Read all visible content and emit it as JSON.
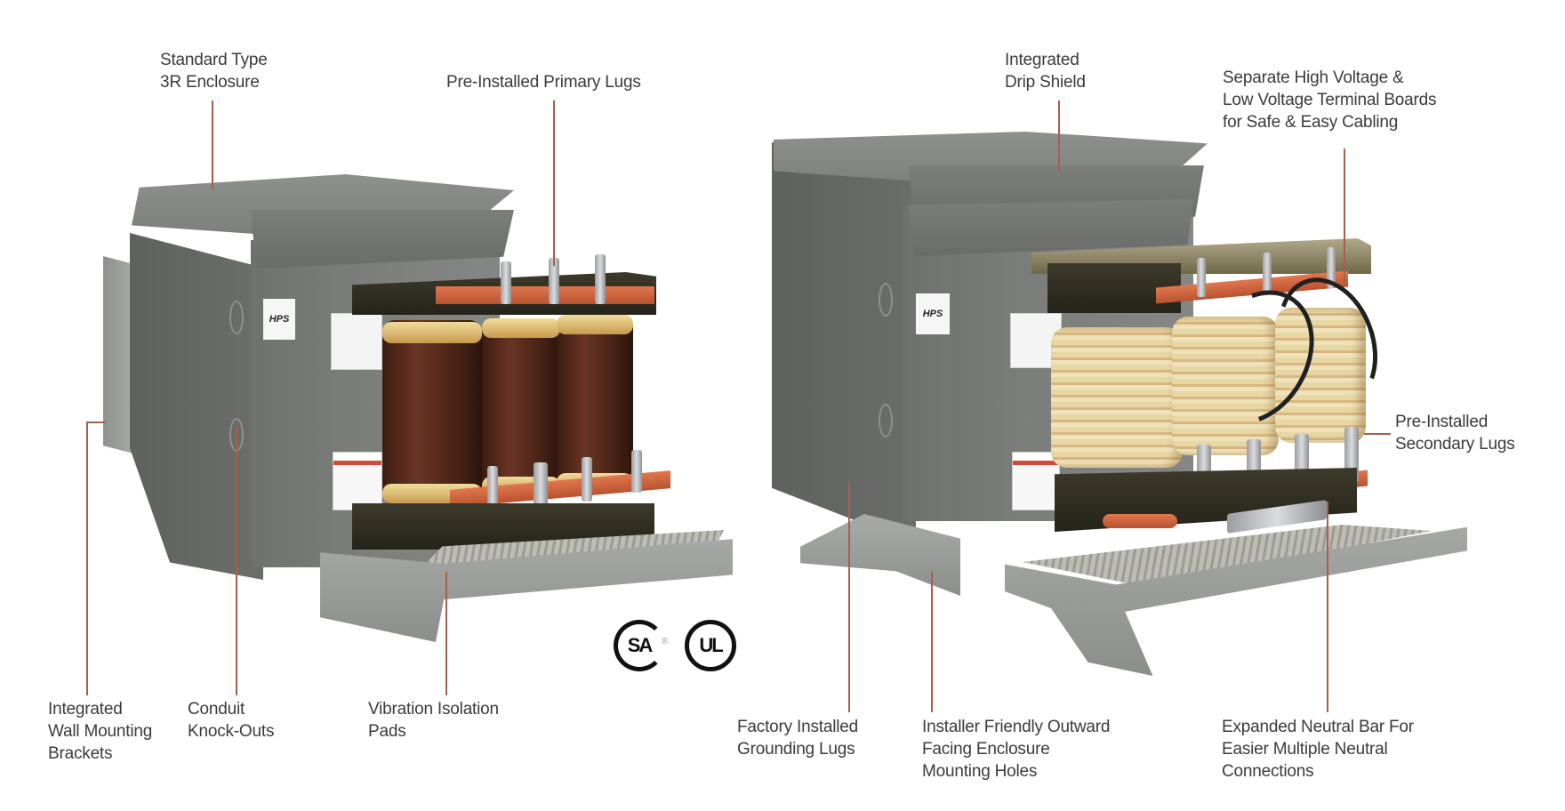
{
  "diagram": {
    "subject": "Ventilated dry-type transformer features",
    "accent_color": "#a4604a",
    "text_color": "#3b3b3b",
    "brand_badge": "HPS",
    "certifications": [
      {
        "name": "CSA",
        "text": "SA",
        "mark": "®"
      },
      {
        "name": "UL",
        "text": "UL"
      }
    ],
    "callouts": [
      {
        "id": "standard-type-3r-enclosure",
        "lines": [
          "Standard Type",
          "3R Enclosure"
        ],
        "text": "Standard Type\n3R Enclosure"
      },
      {
        "id": "pre-installed-primary-lugs",
        "lines": [
          "Pre-Installed Primary Lugs"
        ],
        "text": "Pre-Installed Primary Lugs"
      },
      {
        "id": "integrated-drip-shield",
        "lines": [
          "Integrated",
          "Drip Shield"
        ],
        "text": "Integrated\nDrip Shield"
      },
      {
        "id": "separate-terminal-boards",
        "lines": [
          "Separate High Voltage &",
          "Low Voltage Terminal Boards",
          "for Safe & Easy Cabling"
        ],
        "text": "Separate High Voltage &\nLow Voltage Terminal Boards\nfor Safe & Easy Cabling"
      },
      {
        "id": "pre-installed-secondary-lugs",
        "lines": [
          "Pre-Installed",
          "Secondary Lugs"
        ],
        "text": "Pre-Installed\nSecondary Lugs"
      },
      {
        "id": "integrated-wall-mounting-brackets",
        "lines": [
          "Integrated",
          "Wall Mounting",
          "Brackets"
        ],
        "text": "Integrated\nWall Mounting\nBrackets"
      },
      {
        "id": "conduit-knock-outs",
        "lines": [
          "Conduit",
          "Knock-Outs"
        ],
        "text": "Conduit\nKnock-Outs"
      },
      {
        "id": "vibration-isolation-pads",
        "lines": [
          "Vibration Isolation",
          "Pads"
        ],
        "text": "Vibration Isolation\nPads"
      },
      {
        "id": "factory-installed-grounding-lugs",
        "lines": [
          "Factory Installed",
          "Grounding Lugs"
        ],
        "text": "Factory Installed\nGrounding Lugs"
      },
      {
        "id": "outward-facing-mounting-holes",
        "lines": [
          "Installer Friendly Outward",
          "Facing Enclosure",
          "Mounting Holes"
        ],
        "text": "Installer Friendly Outward\nFacing Enclosure\nMounting Holes"
      },
      {
        "id": "expanded-neutral-bar",
        "lines": [
          "Expanded Neutral Bar For",
          "Easier Multiple Neutral",
          "Connections"
        ],
        "text": "Expanded Neutral Bar For\nEasier Multiple Neutral\nConnections"
      }
    ]
  }
}
